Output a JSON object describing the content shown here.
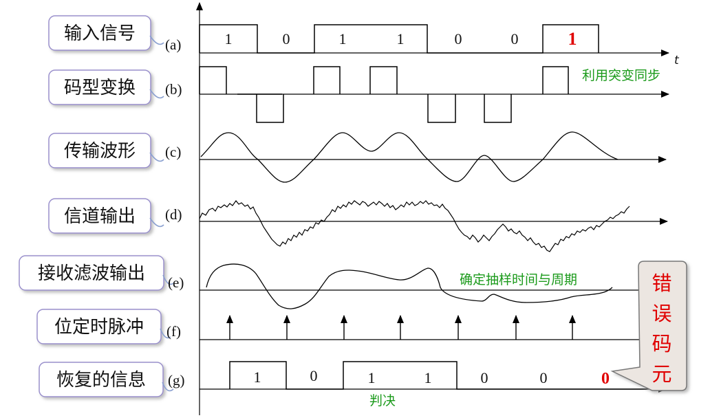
{
  "rows": [
    {
      "label": "输入信号",
      "tag": "(a)"
    },
    {
      "label": "码型变换",
      "tag": "(b)"
    },
    {
      "label": "传输波形",
      "tag": "(c)"
    },
    {
      "label": "信道输出",
      "tag": "(d)"
    },
    {
      "label": "接收滤波输出",
      "tag": "(e)"
    },
    {
      "label": "位定时脉冲",
      "tag": "(f)"
    },
    {
      "label": "恢复的信息",
      "tag": "(g)"
    }
  ],
  "input_bits": [
    "1",
    "0",
    "1",
    "1",
    "0",
    "0",
    "1"
  ],
  "error_bit_input": "1",
  "recovered_bits": [
    "1",
    "0",
    "1",
    "1",
    "0",
    "0",
    "0"
  ],
  "error_bit_recovered": "0",
  "time_axis_label": "t",
  "annotations": {
    "sync_note": "利用突变同步",
    "sample_note": "确定抽样时间与周期",
    "decision_note": "判决",
    "error_callout": [
      "错",
      "误",
      "码",
      "元"
    ]
  },
  "colors": {
    "annotation_green": "#1a9a1a",
    "error_red": "#e00000",
    "label_border": "#9a90cc",
    "callout_fill": "#ece6e1"
  }
}
